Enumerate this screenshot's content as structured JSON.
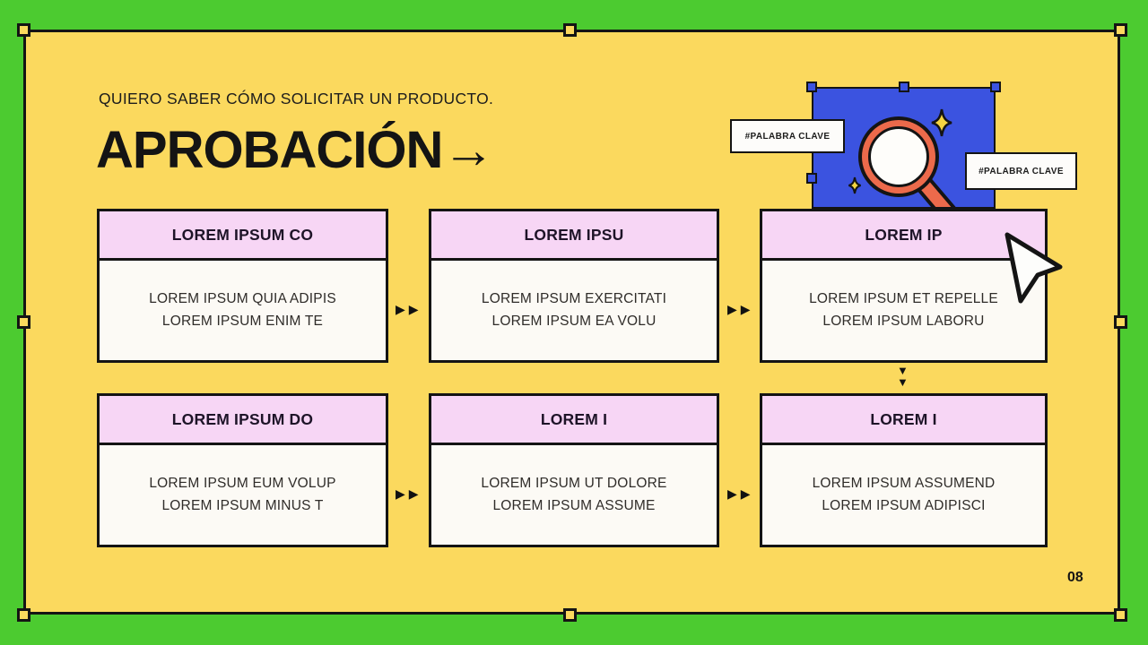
{
  "slide": {
    "subtitle": "QUIERO SABER CÓMO SOLICITAR UN PRODUCTO.",
    "title": "APROBACIÓN→",
    "page_number": "08"
  },
  "flow_boxes": [
    {
      "header": "LOREM IPSUM CO",
      "lines": [
        "LOREM IPSUM QUIA ADIPIS",
        "LOREM IPSUM ENIM TE"
      ]
    },
    {
      "header": "LOREM IPSU",
      "lines": [
        "LOREM IPSUM EXERCITATI",
        "LOREM IPSUM EA VOLU"
      ]
    },
    {
      "header": "LOREM IP",
      "lines": [
        "LOREM IPSUM ET REPELLE",
        "LOREM IPSUM LABORU"
      ]
    },
    {
      "header": "LOREM IPSUM DO",
      "lines": [
        "LOREM IPSUM EUM VOLUP",
        "LOREM IPSUM MINUS T"
      ]
    },
    {
      "header": "LOREM I",
      "lines": [
        "LOREM IPSUM UT DOLORE",
        "LOREM IPSUM ASSUME"
      ]
    },
    {
      "header": "LOREM I",
      "lines": [
        "LOREM IPSUM ASSUMEND",
        "LOREM IPSUM ADIPISCI"
      ]
    }
  ],
  "keyword_labels": {
    "left": "#PALABRA CLAVE",
    "right": "#PALABRA CLAVE"
  },
  "icons": {
    "right_arrow": "▶",
    "down_arrow": "▼"
  },
  "colors": {
    "background_green": "#4ccb30",
    "slide_yellow": "#fbd95e",
    "box_header_pink": "#f7d6f5",
    "box_body_white": "#fcfaf5",
    "illustration_blue": "#3b53e0",
    "magnifier_coral": "#ec6a4b",
    "sparkle_yellow": "#f5d441",
    "outline_black": "#141414"
  }
}
